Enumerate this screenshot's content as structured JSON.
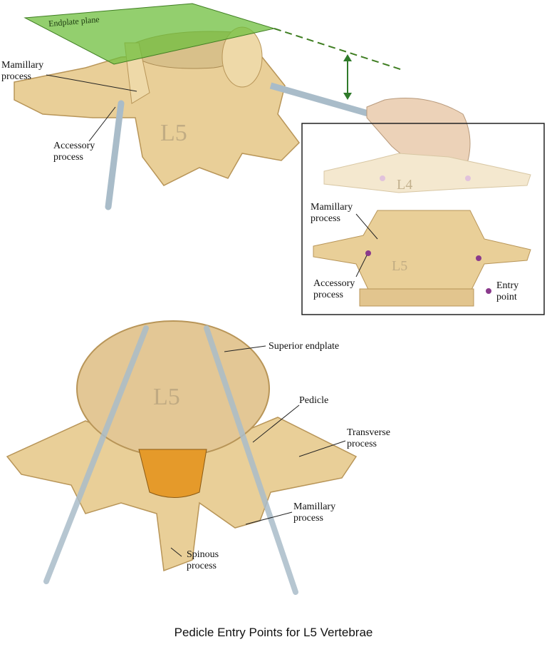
{
  "colors": {
    "bone": "#e9cf98",
    "bone_shade": "#c9a66a",
    "plane": "#6fbf3e",
    "rod": "#a9bcc9",
    "entry": "#8a3a8c"
  },
  "top_view": {
    "plane_label": "Endplate plane",
    "mamillary": "Mamillary\nprocess",
    "accessory": "Accessory\nprocess",
    "vertebra": "L5"
  },
  "inset": {
    "mamillary": "Mamillary\nprocess",
    "accessory": "Accessory\nprocess",
    "upper_vertebra": "L4",
    "vertebra": "L5",
    "entry": "Entry\npoint"
  },
  "bottom_view": {
    "superior_endplate": "Superior endplate",
    "pedicle": "Pedicle",
    "transverse": "Transverse\nprocess",
    "mamillary": "Mamillary\nprocess",
    "spinous": "Spinous\nprocess",
    "vertebra": "L5"
  },
  "caption": "Pedicle Entry Points for L5 Vertebrae"
}
